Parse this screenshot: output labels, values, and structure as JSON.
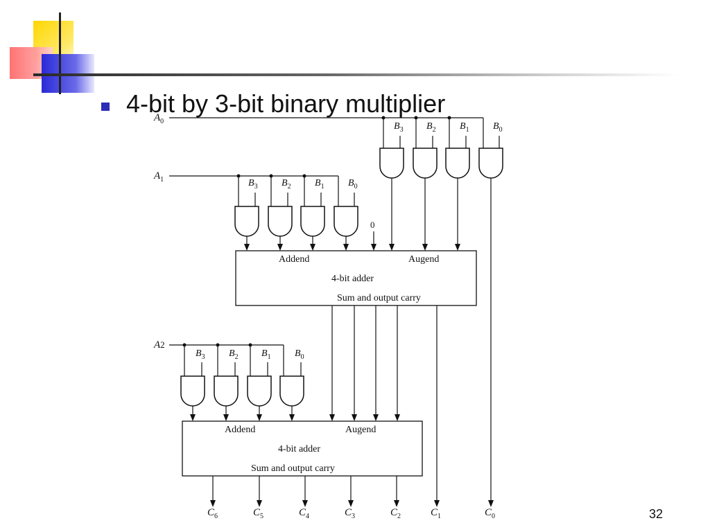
{
  "slide": {
    "title": "4-bit by 3-bit binary multiplier",
    "number": "32"
  },
  "diagram": {
    "inputs": [
      {
        "base": "A",
        "sub": "0"
      },
      {
        "base": "A",
        "sub": "1"
      },
      {
        "base": "A",
        "sub": "2"
      }
    ],
    "b_labels": [
      {
        "base": "B",
        "sub": "3"
      },
      {
        "base": "B",
        "sub": "2"
      },
      {
        "base": "B",
        "sub": "1"
      },
      {
        "base": "B",
        "sub": "0"
      }
    ],
    "zero_label": "0",
    "adders": [
      {
        "addend": "Addend",
        "augend": "Augend",
        "name": "4-bit adder",
        "output": "Sum and output carry"
      },
      {
        "addend": "Addend",
        "augend": "Augend",
        "name": "4-bit adder",
        "output": "Sum and output carry"
      }
    ],
    "outputs": [
      {
        "base": "C",
        "sub": "6"
      },
      {
        "base": "C",
        "sub": "5"
      },
      {
        "base": "C",
        "sub": "4"
      },
      {
        "base": "C",
        "sub": "3"
      },
      {
        "base": "C",
        "sub": "2"
      },
      {
        "base": "C",
        "sub": "1"
      },
      {
        "base": "C",
        "sub": "0"
      }
    ]
  }
}
